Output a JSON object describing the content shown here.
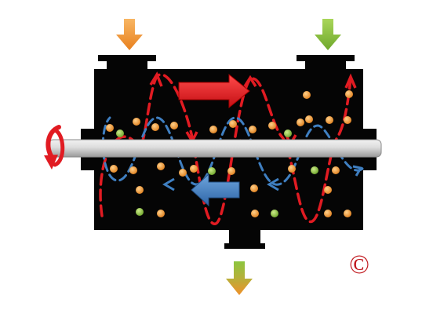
{
  "diagram": {
    "copyright_symbol": "©",
    "colors": {
      "housing": "#050505",
      "shaft": "#d9d9d9",
      "orange_particle": "#f0902a",
      "green_particle": "#8fc43c",
      "red_flow": "#e11b22",
      "blue_flow": "#3f7fc1",
      "rotation_arrow": "#e11b22",
      "inlet_left_arrow": "#f4a03a",
      "inlet_right_arrow": "#8cc63f",
      "outlet_arrow_top": "#8cc63f",
      "outlet_arrow_bottom": "#f4a03a",
      "copyright": "#c0161c"
    },
    "icons": {
      "inlet_left": "down-arrow-orange",
      "inlet_right": "down-arrow-green",
      "outlet": "down-arrow-orange-green",
      "rotation": "curved-rotation-arrow",
      "forward_flow": "right-arrow-red",
      "backward_flow": "left-arrow-blue"
    }
  }
}
